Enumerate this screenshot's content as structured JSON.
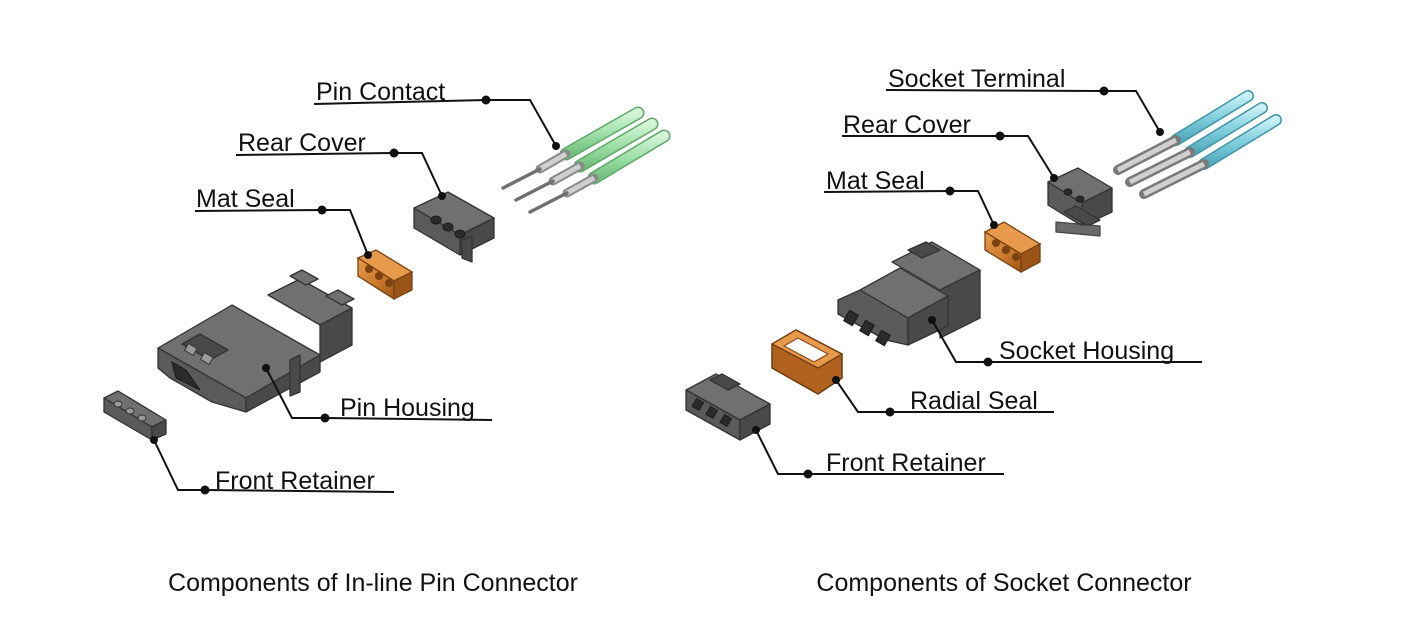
{
  "left_group": {
    "caption": "Components of In-line Pin Connector",
    "labels": {
      "pin_contact": "Pin Contact",
      "rear_cover": "Rear Cover",
      "mat_seal": "Mat Seal",
      "pin_housing": "Pin Housing",
      "front_retainer": "Front Retainer"
    }
  },
  "right_group": {
    "caption": "Components of Socket Connector",
    "labels": {
      "socket_terminal": "Socket Terminal",
      "rear_cover": "Rear Cover",
      "mat_seal": "Mat Seal",
      "socket_housing": "Socket Housing",
      "radial_seal": "Radial Seal",
      "front_retainer": "Front Retainer"
    }
  },
  "colors": {
    "housing": "#5a5a5a",
    "seal": "#c9772a",
    "pin_wire": "#9fe0a9",
    "socket_wire": "#7fcedd",
    "label_line": "#111111"
  }
}
